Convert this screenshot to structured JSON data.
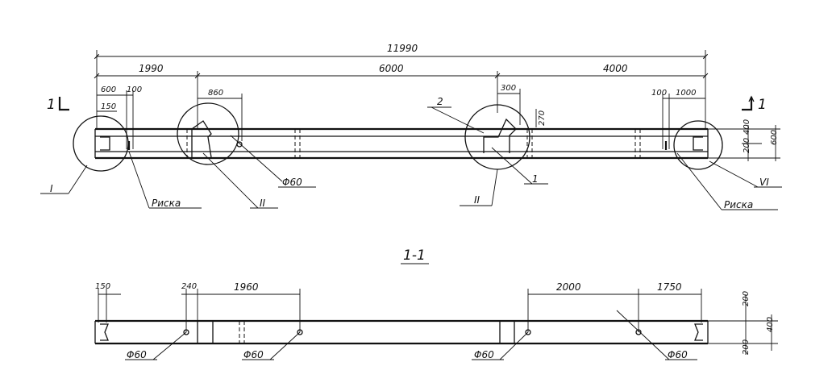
{
  "dims": {
    "overall": "11990",
    "left_seg": "1990",
    "mid_seg": "6000",
    "right_seg": "4000",
    "d600_left": "600",
    "d100_left": "100",
    "d150_top": "150",
    "d860": "860",
    "d300": "300",
    "d270": "270",
    "d100_right": "100",
    "d1000_right": "1000",
    "d200_h": "200",
    "d400_h": "400",
    "d600_h": "600",
    "s150": "150",
    "s240": "240",
    "s1960": "1960",
    "s2000": "2000",
    "s1750": "1750",
    "s200_top": "200",
    "s400": "400",
    "s200_bot": "200"
  },
  "labels": {
    "section_left": "1",
    "section_right": "1",
    "section_title": "1-1",
    "callout_I": "I",
    "callout_II_left": "II",
    "callout_II_right": "II",
    "callout_VI": "VI",
    "riska_left": "Риска",
    "riska_right": "Риска",
    "pos_1": "1",
    "pos_2": "2",
    "hole_top": "Φ60",
    "hole_b1": "Φ60",
    "hole_b2": "Φ60",
    "hole_b3": "Φ60",
    "hole_b4": "Φ60"
  }
}
